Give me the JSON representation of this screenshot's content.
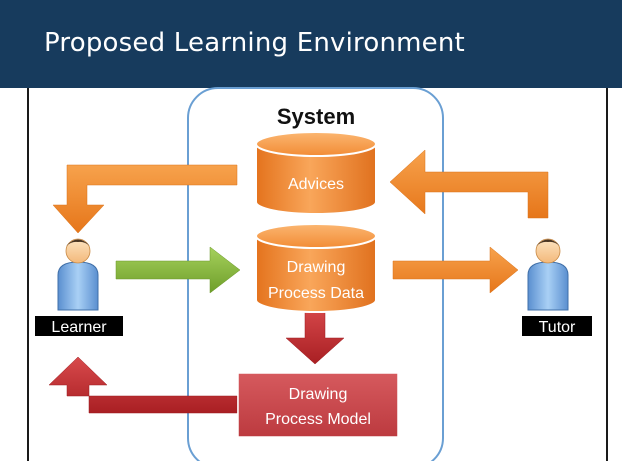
{
  "slide": {
    "title": "Proposed Learning Environment"
  },
  "diagram": {
    "system_label": "System",
    "advices_label": "Advices",
    "process_data_label": [
      "Drawing",
      "Process Data"
    ],
    "process_model_label": [
      "Drawing",
      "Process Model"
    ],
    "learner_label": "Learner",
    "tutor_label": "Tutor"
  },
  "colors": {
    "title_bar": "#173b5d",
    "system_border": "#6a9fd3",
    "cylinder_orange": "#f58a2e",
    "model_box": "#c8454a",
    "arrow_orange": "#f0861f",
    "arrow_green": "#7fb034",
    "arrow_red": "#c0282c",
    "person_blue": "#7fb2e6"
  }
}
